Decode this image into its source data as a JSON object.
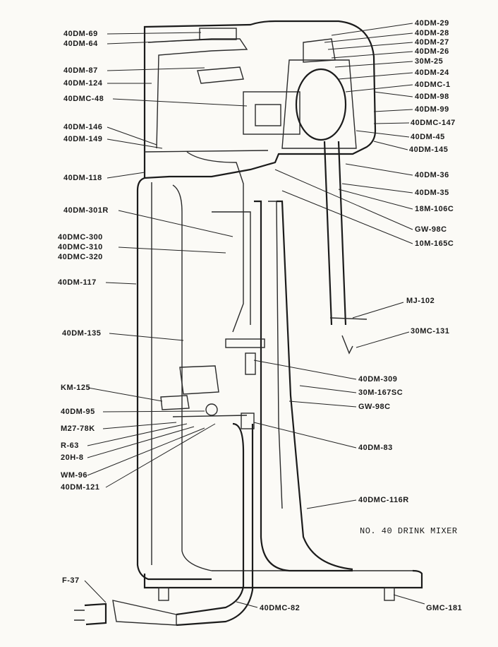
{
  "title": "NO. 40 DRINK MIXER",
  "labels_left": [
    "40DM-69",
    "40DM-64",
    "40DM-87",
    "40DM-124",
    "40DMC-48",
    "40DM-146",
    "40DM-149",
    "40DM-118",
    "40DM-301R",
    "40DMC-300",
    "40DMC-310",
    "40DMC-320",
    "40DM-117",
    "40DM-135",
    "KM-125",
    "40DM-95",
    "M27-78K",
    "R-63",
    "20H-8",
    "WM-96",
    "40DM-121",
    "F-37"
  ],
  "labels_right": [
    "40DM-29",
    "40DM-28",
    "40DM-27",
    "40DM-26",
    "30M-25",
    "40DM-24",
    "40DMC-1",
    "40DM-98",
    "40DM-99",
    "40DMC-147",
    "40DM-45",
    "40DM-145",
    "40DM-36",
    "40DM-35",
    "18M-106C",
    "GW-98C",
    "10M-165C",
    "MJ-102",
    "30MC-131",
    "40DM-309",
    "30M-167SC",
    "GW-98C",
    "40DM-83",
    "40DMC-116R",
    "GMC-181",
    "40DMC-82"
  ]
}
